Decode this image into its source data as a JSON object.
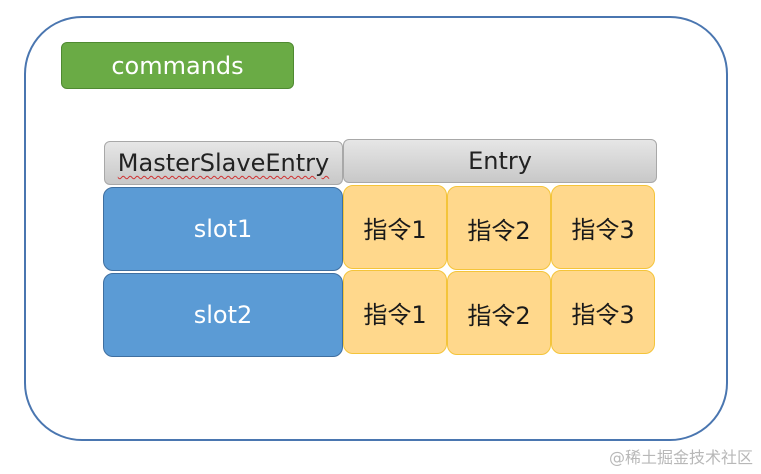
{
  "commands_label": "commands",
  "headers": {
    "master_slave_entry": "MasterSlaveEntry",
    "entry": "Entry"
  },
  "rows": [
    {
      "slot": "slot1",
      "commands": [
        "指令1",
        "指令2",
        "指令3"
      ]
    },
    {
      "slot": "slot2",
      "commands": [
        "指令1",
        "指令2",
        "指令3"
      ]
    }
  ],
  "watermark": "@稀土掘金技术社区",
  "colors": {
    "commands_box": "#6aab45",
    "slot_box": "#5b9bd5",
    "command_cell": "#ffd88c",
    "header_gradient_top": "#e6e6e6",
    "header_gradient_bottom": "#c8c8c8",
    "frame_border": "#4a76b0"
  }
}
